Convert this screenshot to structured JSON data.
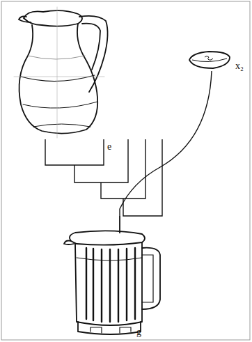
{
  "diagram": {
    "labels": [
      "e",
      "x₂",
      "g"
    ]
  }
}
